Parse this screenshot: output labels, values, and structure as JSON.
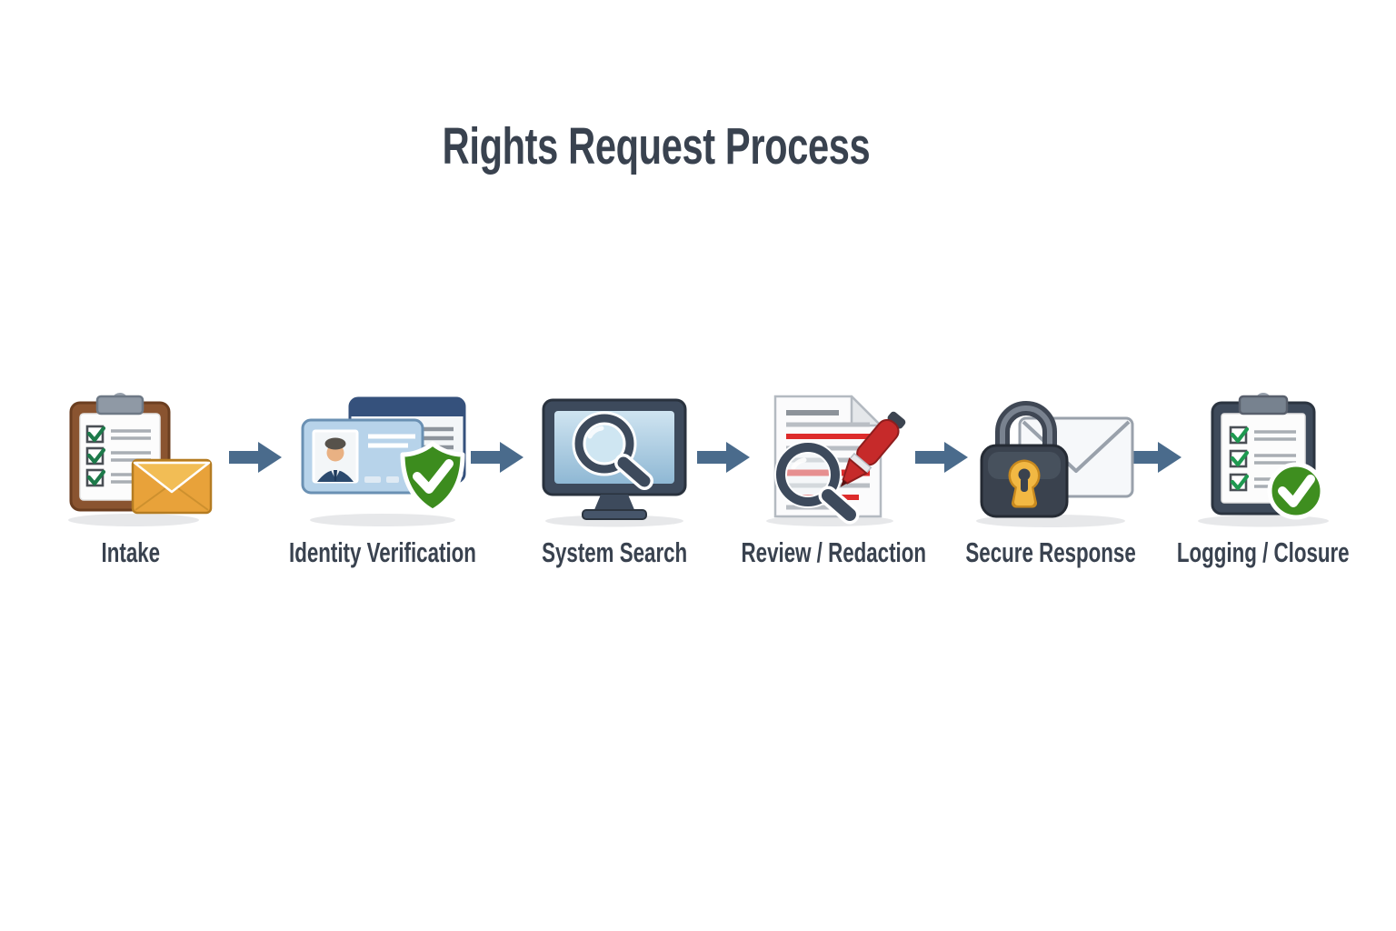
{
  "title": "Rights Request Process",
  "steps": [
    {
      "label": "Intake",
      "icon": "clipboard-envelope-icon"
    },
    {
      "label": "Identity Verification",
      "icon": "id-card-shield-check-icon"
    },
    {
      "label": "System Search",
      "icon": "monitor-magnifier-icon"
    },
    {
      "label": "Review / Redaction",
      "icon": "document-redaction-pen-icon"
    },
    {
      "label": "Secure Response",
      "icon": "padlock-envelope-icon"
    },
    {
      "label": "Logging / Closure",
      "icon": "clipboard-check-icon"
    }
  ],
  "connector": {
    "shape": "block-arrow-right",
    "color": "#4a6b8c"
  },
  "colors": {
    "background": "#ffffff",
    "title_text": "#39424f",
    "label_text": "#39424f",
    "arrow": "#4a6b8c",
    "slate": "#3d4a5c",
    "green": "#3e8e1f",
    "red": "#dd2b2b",
    "orange_envelope": "#e8a23a",
    "gold_keyhole": "#f2b843",
    "brown_clipboard": "#8a5430"
  }
}
